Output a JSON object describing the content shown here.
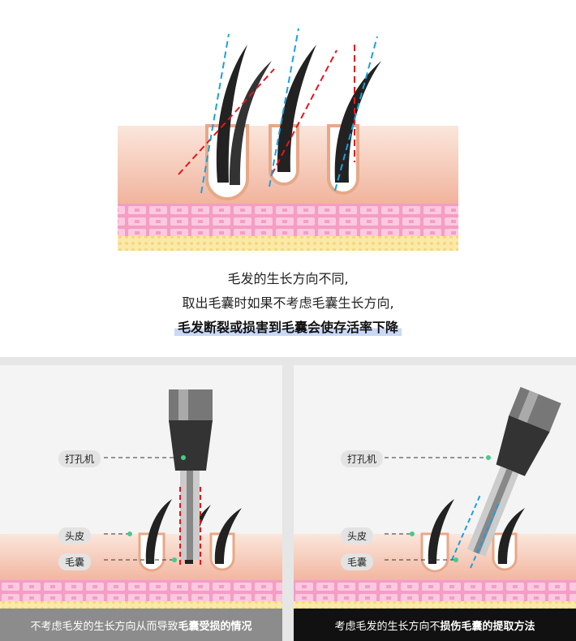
{
  "top": {
    "line1": "毛发的生长方向不同,",
    "line2": "取出毛囊时如果不考虑毛囊生长方向,",
    "line3": "毛发断裂或损害到毛囊会使存活率下降"
  },
  "left": {
    "labels": {
      "punch": "打孔机",
      "scalp": "头皮",
      "follicle": "毛囊"
    },
    "caption_normal": "不考虑毛发的生长方向从而导致",
    "caption_bold": "毛囊受损的情况"
  },
  "right": {
    "labels": {
      "punch": "打孔机",
      "scalp": "头皮",
      "follicle": "毛囊"
    },
    "caption_normal": "考虑毛发的生长方向不 ",
    "caption_bold": "损伤毛囊的提取方法"
  },
  "colors": {
    "red_line": "#e8141c",
    "blue_line": "#1aa0e0",
    "skin": "#f3c3ae",
    "cells": "#f4a6c8",
    "fat": "#f8e39a",
    "dark_bar": "#111111",
    "gray_bar": "#8c8c8c"
  }
}
